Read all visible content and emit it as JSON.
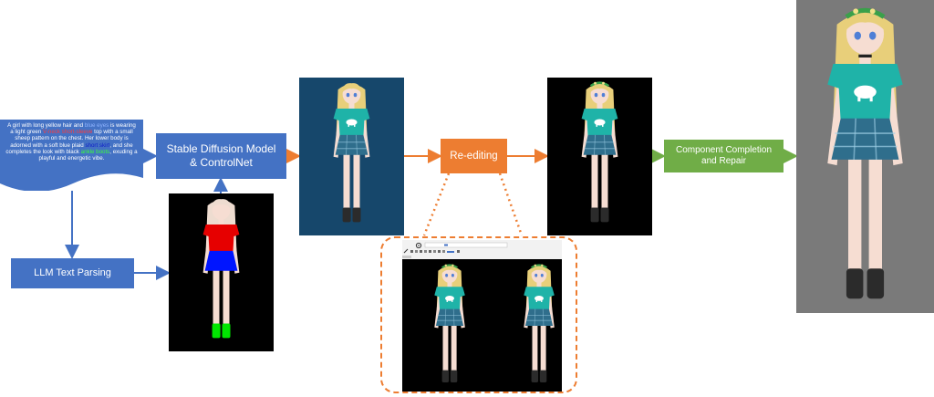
{
  "description": {
    "parts": [
      {
        "text": "A girl with long yellow hair and ",
        "style": "plain"
      },
      {
        "text": "blue eyes",
        "style": "blue"
      },
      {
        "text": " is wearing a light green ",
        "style": "plain"
      },
      {
        "text": "V-neck short-sleeve",
        "style": "red"
      },
      {
        "text": " top with a small sheep pattern on the chest. Her lower body is adorned with a soft blue plaid ",
        "style": "plain"
      },
      {
        "text": "short skirt",
        "style": "navy"
      },
      {
        "text": ", and she completes the look with black ",
        "style": "plain"
      },
      {
        "text": "ankle boots",
        "style": "green"
      },
      {
        "text": ", exuding a playful and energetic vibe.",
        "style": "plain"
      }
    ]
  },
  "boxes": {
    "sd_line1": "Stable Diffusion Model",
    "sd_line2": "& ControlNet",
    "llm": "LLM Text Parsing",
    "reediting": "Re-editing",
    "cc_line1": "Component Completion",
    "cc_line2": "and Repair"
  },
  "colors": {
    "blue": "#4472c4",
    "orange": "#ed7d31",
    "green": "#70ad47",
    "hair": "#e8cf7a",
    "top": "#1fb3a8",
    "skirt": "#2f6e8c",
    "skin": "#f6ddd2",
    "boots": "#2b2b2b",
    "cond_top": "#e60000",
    "cond_skirt": "#0015ff",
    "cond_boots": "#00e600",
    "cond_hair": "#eedcd0"
  },
  "icons": [
    "gear-icon",
    "pencil-icon"
  ]
}
